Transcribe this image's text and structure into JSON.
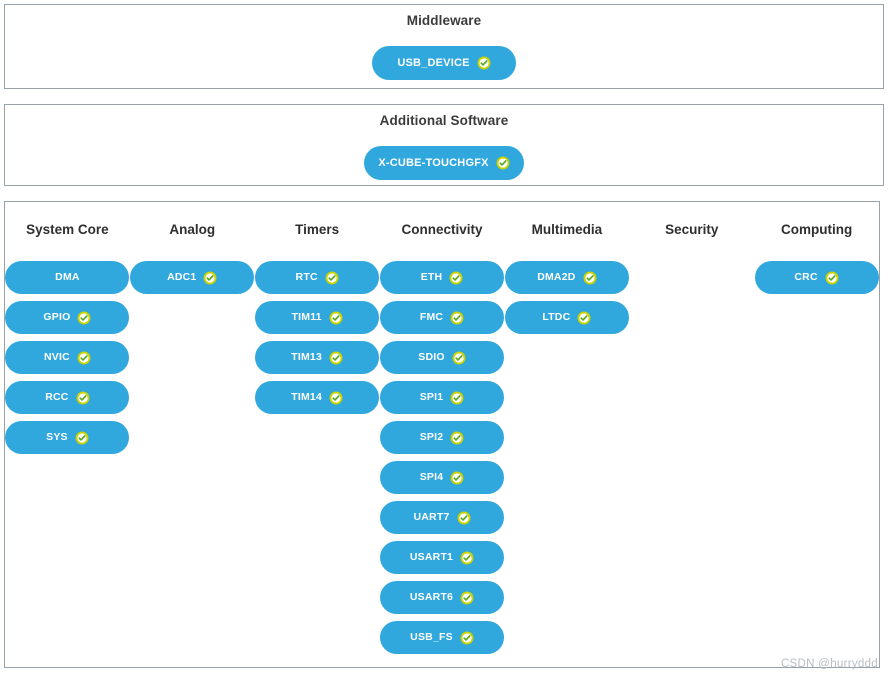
{
  "colors": {
    "pill_background": "#31a8dd",
    "pill_text": "#ffffff",
    "panel_border": "#98a2ab",
    "page_background": "#ffffff",
    "check_ring": "#c9d200",
    "check_mark": "#5aa91e",
    "heading_text": "#2f2f2f",
    "watermark_text": "#b9bdc2"
  },
  "middleware": {
    "title": "Middleware",
    "items": [
      {
        "label": "USB_DEVICE",
        "icon": "check-circle-icon",
        "checked": true
      }
    ]
  },
  "additional_software": {
    "title": "Additional Software",
    "items": [
      {
        "label": "X-CUBE-TOUCHGFX",
        "icon": "check-circle-icon",
        "checked": true
      }
    ]
  },
  "categories": [
    {
      "header": "System Core",
      "items": [
        {
          "label": "DMA",
          "checked": false
        },
        {
          "label": "GPIO",
          "checked": true
        },
        {
          "label": "NVIC",
          "checked": true
        },
        {
          "label": "RCC",
          "checked": true
        },
        {
          "label": "SYS",
          "checked": true
        }
      ]
    },
    {
      "header": "Analog",
      "items": [
        {
          "label": "ADC1",
          "checked": true
        }
      ]
    },
    {
      "header": "Timers",
      "items": [
        {
          "label": "RTC",
          "checked": true
        },
        {
          "label": "TIM11",
          "checked": true
        },
        {
          "label": "TIM13",
          "checked": true
        },
        {
          "label": "TIM14",
          "checked": true
        }
      ]
    },
    {
      "header": "Connectivity",
      "items": [
        {
          "label": "ETH",
          "checked": true
        },
        {
          "label": "FMC",
          "checked": true
        },
        {
          "label": "SDIO",
          "checked": true
        },
        {
          "label": "SPI1",
          "checked": true
        },
        {
          "label": "SPI2",
          "checked": true
        },
        {
          "label": "SPI4",
          "checked": true
        },
        {
          "label": "UART7",
          "checked": true
        },
        {
          "label": "USART1",
          "checked": true
        },
        {
          "label": "USART6",
          "checked": true
        },
        {
          "label": "USB_FS",
          "checked": true
        }
      ]
    },
    {
      "header": "Multimedia",
      "items": [
        {
          "label": "DMA2D",
          "checked": true
        },
        {
          "label": "LTDC",
          "checked": true
        }
      ]
    },
    {
      "header": "Security",
      "items": []
    },
    {
      "header": "Computing",
      "items": [
        {
          "label": "CRC",
          "checked": true
        }
      ]
    }
  ],
  "watermark": {
    "text": "CSDN @hurryddd"
  }
}
